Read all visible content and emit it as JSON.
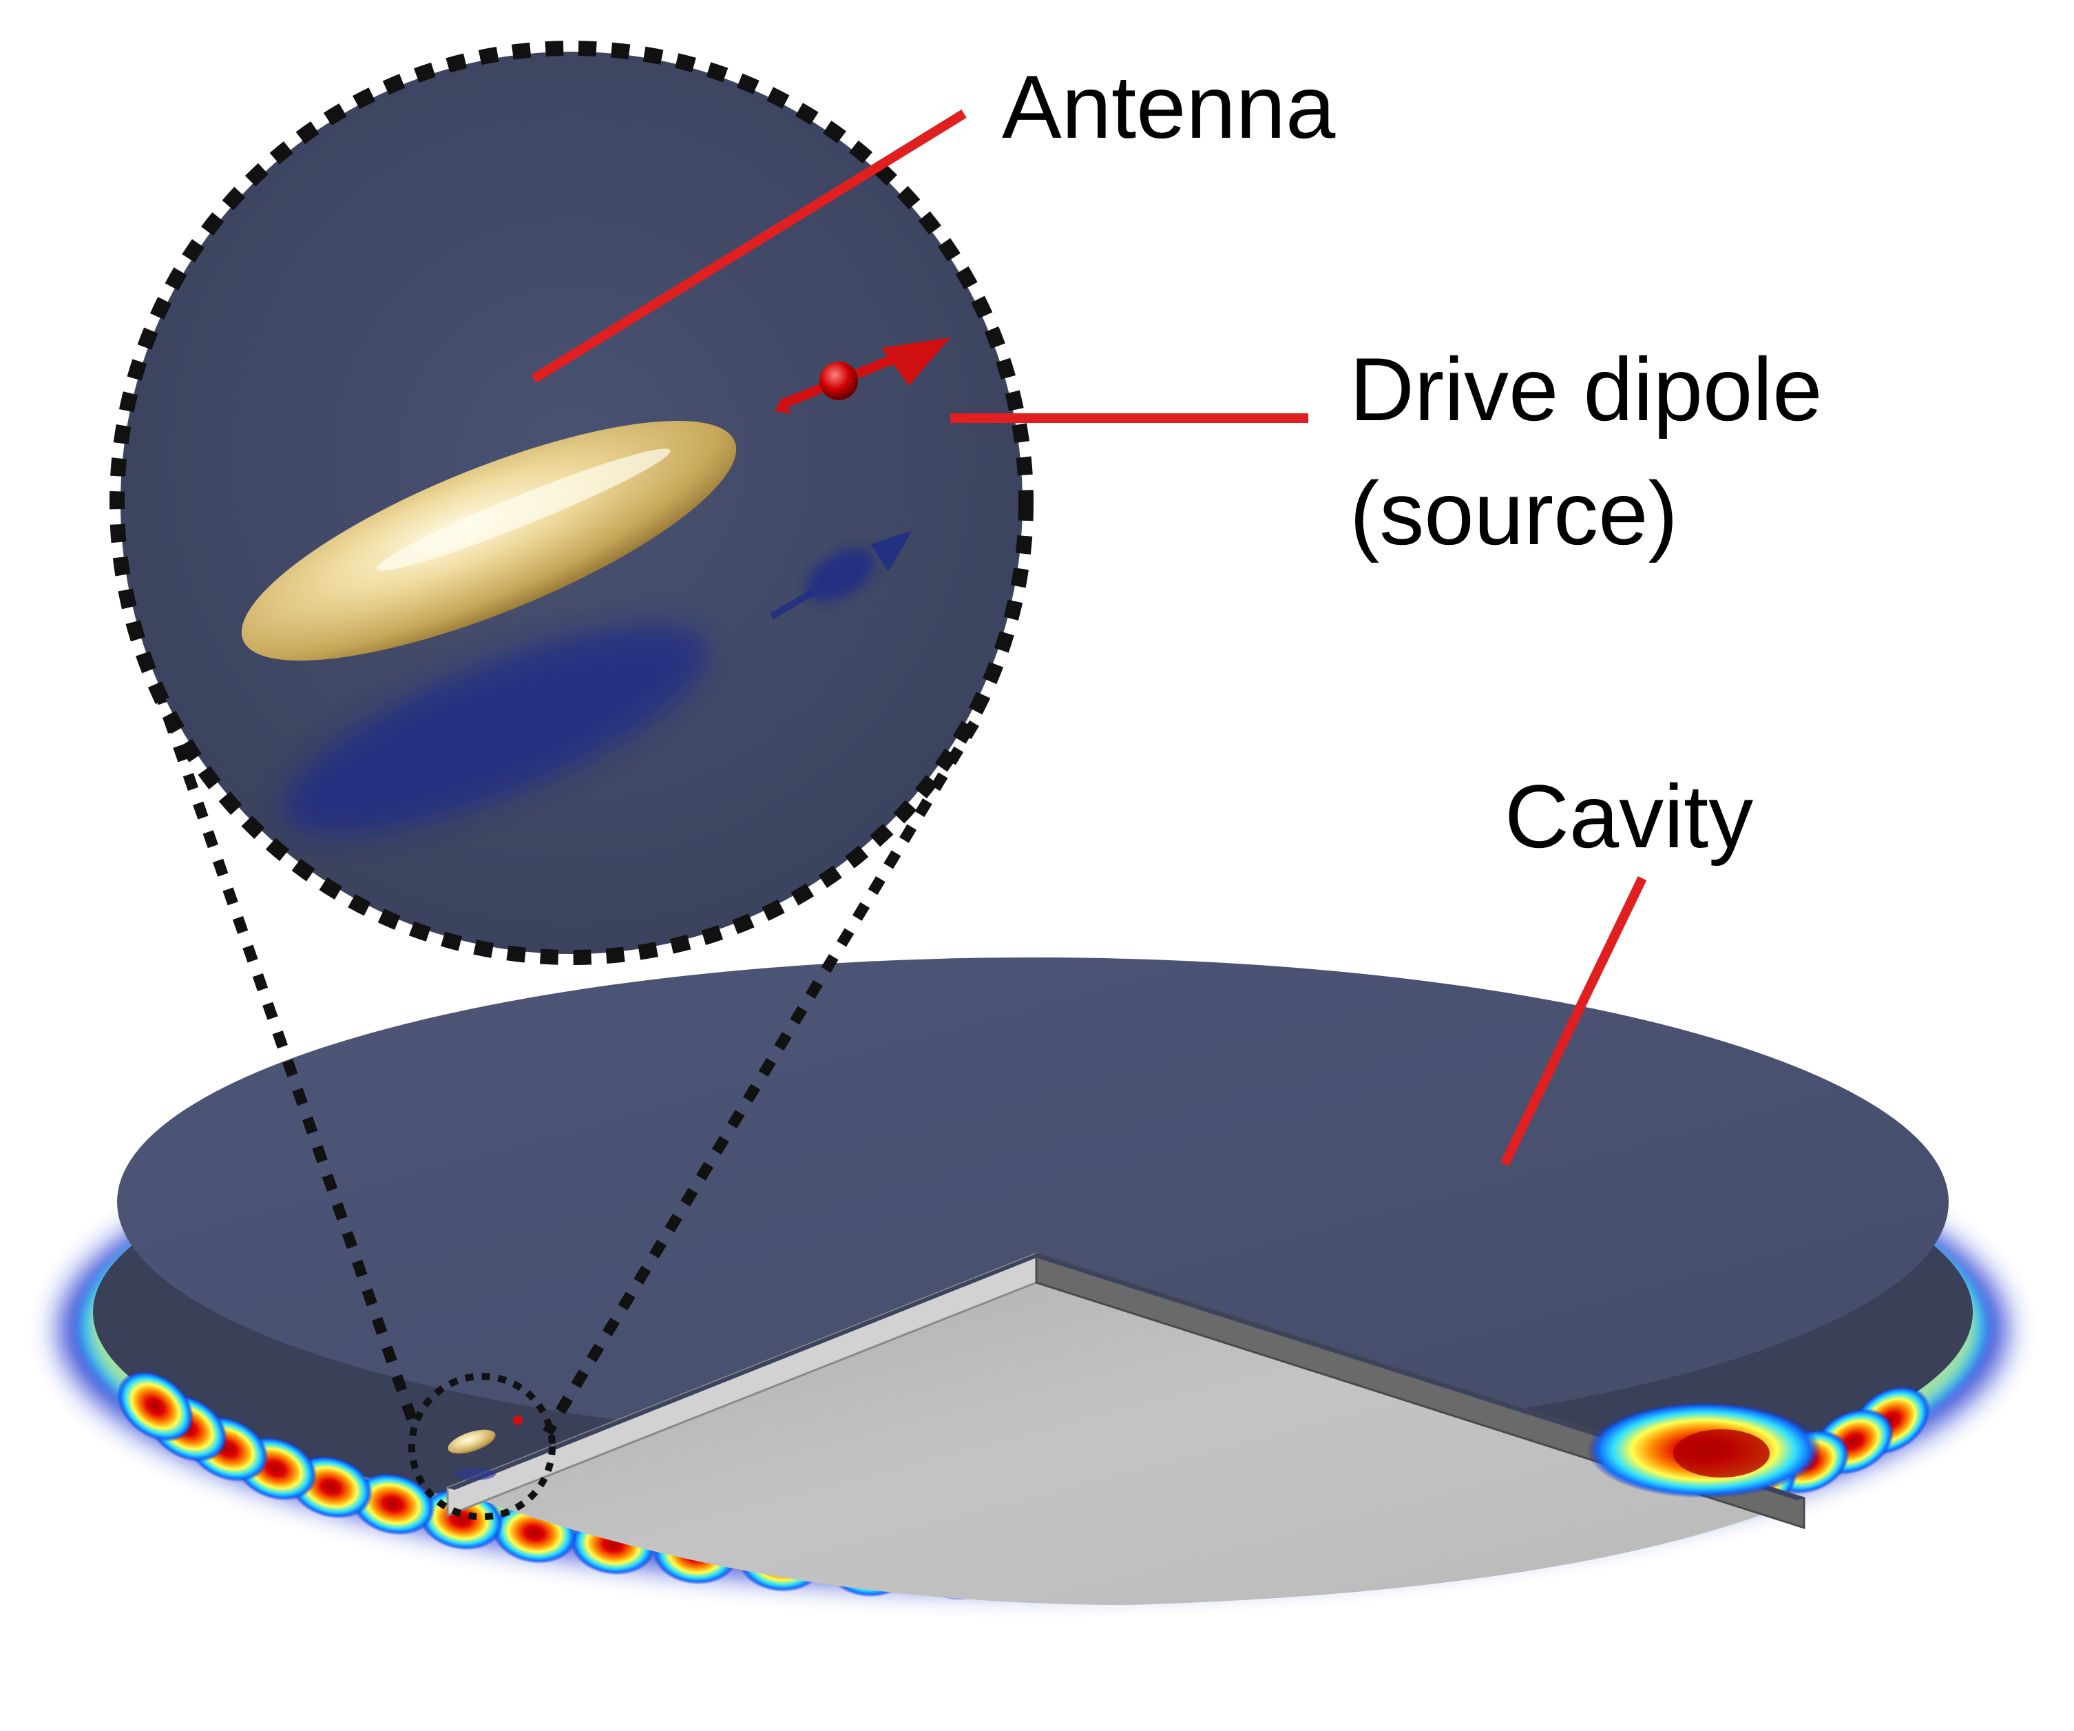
{
  "labels": {
    "antenna": "Antenna",
    "drive_dipole_line1": "Drive dipole",
    "drive_dipole_line2": "(source)",
    "cavity": "Cavity"
  },
  "colors": {
    "background": "#ffffff",
    "callout_line": "#e02020",
    "dotted_outline": "#111111",
    "cavity_top": "#4a5270",
    "cavity_cut_face": "#bdbdbd",
    "zoom_disk": "#434a66",
    "antenna_gold": "#e6cf8a",
    "dipole_red": "#d01010",
    "field_colormap": [
      "#1020c0",
      "#10a0ff",
      "#30e0ff",
      "#ffff40",
      "#ff8000",
      "#e00000",
      "#b00000"
    ]
  },
  "icons": {
    "antenna": "gold-ellipsoid-antenna",
    "dipole": "red-dipole-arrow"
  }
}
